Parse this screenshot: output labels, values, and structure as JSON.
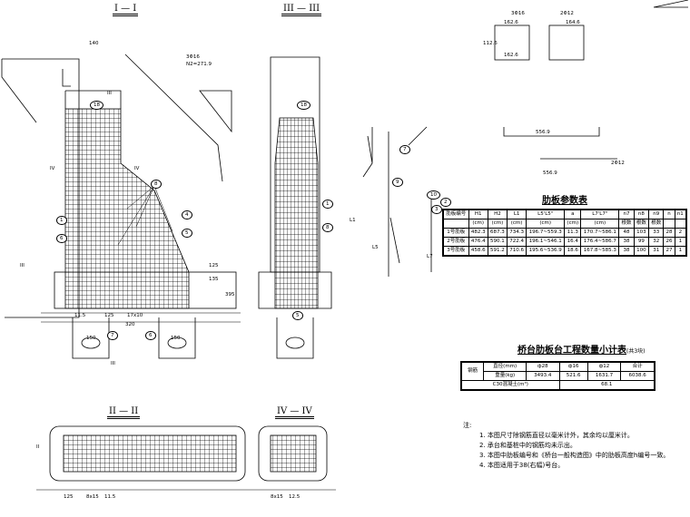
{
  "sections": {
    "s1": "I — I",
    "s3": "III — III",
    "s2": "II — II",
    "s4": "IV — IV"
  },
  "drawing_labels": [
    "140",
    "3Φ16",
    "N2=271.9",
    "18",
    "IV",
    "IV",
    "8",
    "5",
    "4",
    "1",
    "6",
    "III",
    "III",
    "125",
    "135",
    "395",
    "11.5",
    "125",
    "17x10",
    "320",
    "7",
    "6",
    "150",
    "150",
    "III",
    "18",
    "8",
    "1",
    "5",
    "II",
    "125",
    "11.5",
    "8x15",
    "12.5",
    "8x15",
    "162.6",
    "162.6",
    "112.6",
    "3Φ16",
    "2Φ12",
    "164.6",
    "556.9",
    "2Φ12",
    "556.9",
    "7",
    "9",
    "10",
    "2",
    "3",
    "L5",
    "L7",
    "L1"
  ],
  "rib_table": {
    "title": "肋板参数表",
    "headers": [
      [
        "肋板编号",
        ""
      ],
      [
        "H1",
        "(cm)"
      ],
      [
        "H2",
        "(cm)"
      ],
      [
        "L1",
        "(cm)"
      ],
      [
        "L5'L5\"",
        "(cm)"
      ],
      [
        "a",
        "(cm)"
      ],
      [
        "L7'L7\"",
        "(cm)"
      ],
      [
        "n7",
        "根数"
      ],
      [
        "n8",
        "根数"
      ],
      [
        "n9",
        "根数"
      ],
      [
        "n",
        ""
      ],
      [
        "n1",
        ""
      ]
    ],
    "rows": [
      [
        "1号肋板",
        "482.3",
        "687.3",
        "734.3",
        "196.7~559.3",
        "11.3",
        "170.7~586.1",
        "48",
        "103",
        "33",
        "28",
        "2"
      ],
      [
        "2号肋板",
        "476.4",
        "590.1",
        "722.4",
        "196.1~546.1",
        "16.4",
        "176.4~586.7",
        "38",
        "99",
        "32",
        "26",
        "1"
      ],
      [
        "3号肋板",
        "458.6",
        "591.2",
        "710.6",
        "195.6~536.9",
        "18.6",
        "167.8~585.3",
        "38",
        "100",
        "31",
        "27",
        "1"
      ]
    ]
  },
  "qty_table": {
    "title": "桥台肋板台工程数量小计表",
    "subtitle": "(共3块)",
    "rebar": "钢筋",
    "diameter_label": "直径(mm)",
    "weight_label": "重量(kg)",
    "diameters": [
      "ф28",
      "ф16",
      "ф12",
      "合计"
    ],
    "weights": [
      "3493.4",
      "521.6",
      "1631.7",
      "6038.6"
    ],
    "concrete_label": "C30混凝土(m³)",
    "concrete_value": "68.1"
  },
  "notes": {
    "heading": "注:",
    "items": [
      "1. 本图尺寸除钢筋直径以毫米计外，其余均以厘米计。",
      "2. 承台和基桩中的钢筋均未示出。",
      "3. 本图中肋板编号和《桥台一般构造图》中的肋板高度h编号一致。",
      "4. 本图适用于38(右幅)号台。"
    ]
  }
}
